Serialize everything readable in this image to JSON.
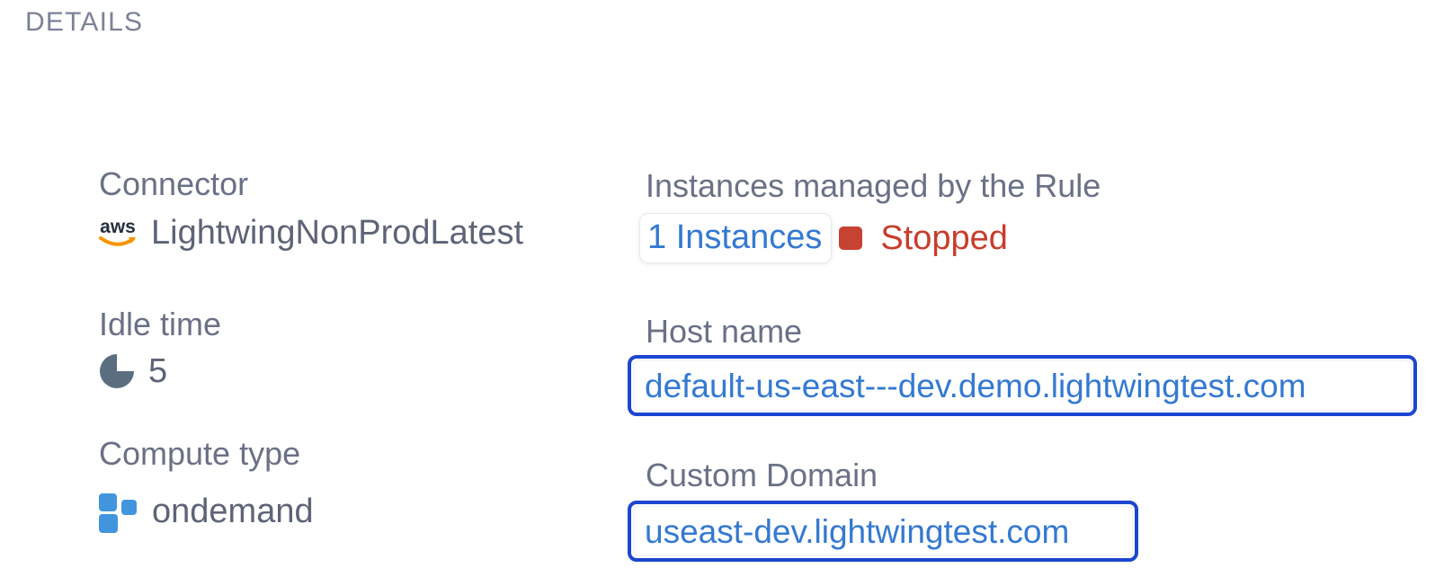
{
  "header": {
    "title": "DETAILS"
  },
  "details": {
    "connector": {
      "label": "Connector",
      "icon": "aws-icon",
      "value": "LightwingNonProdLatest"
    },
    "idle_time": {
      "label": "Idle time",
      "icon": "pie-chart-icon",
      "value": "5"
    },
    "compute_type": {
      "label": "Compute type",
      "icon": "compute-squares-icon",
      "value": "ondemand"
    },
    "instances": {
      "label": "Instances managed by the Rule",
      "link_label": "1 Instances",
      "status_icon": "red-square-icon",
      "status": "Stopped"
    },
    "host_name": {
      "label": "Host name",
      "link": "default-us-east---dev.demo.lightwingtest.com"
    },
    "custom_domain": {
      "label": "Custom Domain",
      "link": "useast-dev.lightwingtest.com"
    }
  },
  "colors": {
    "header_text": "#7b8298",
    "label_text": "#6a7186",
    "value_text": "#5d6477",
    "link_blue": "#3479d2",
    "focus_border_blue": "#1c46cf",
    "status_red": "#c83d2c",
    "status_square_red": "#c64231",
    "pie_icon": "#5b6e80",
    "compute_icon_blue": "#4195dd",
    "aws_dark": "#252f3e",
    "aws_orange": "#f79400",
    "background": "#ffffff"
  }
}
